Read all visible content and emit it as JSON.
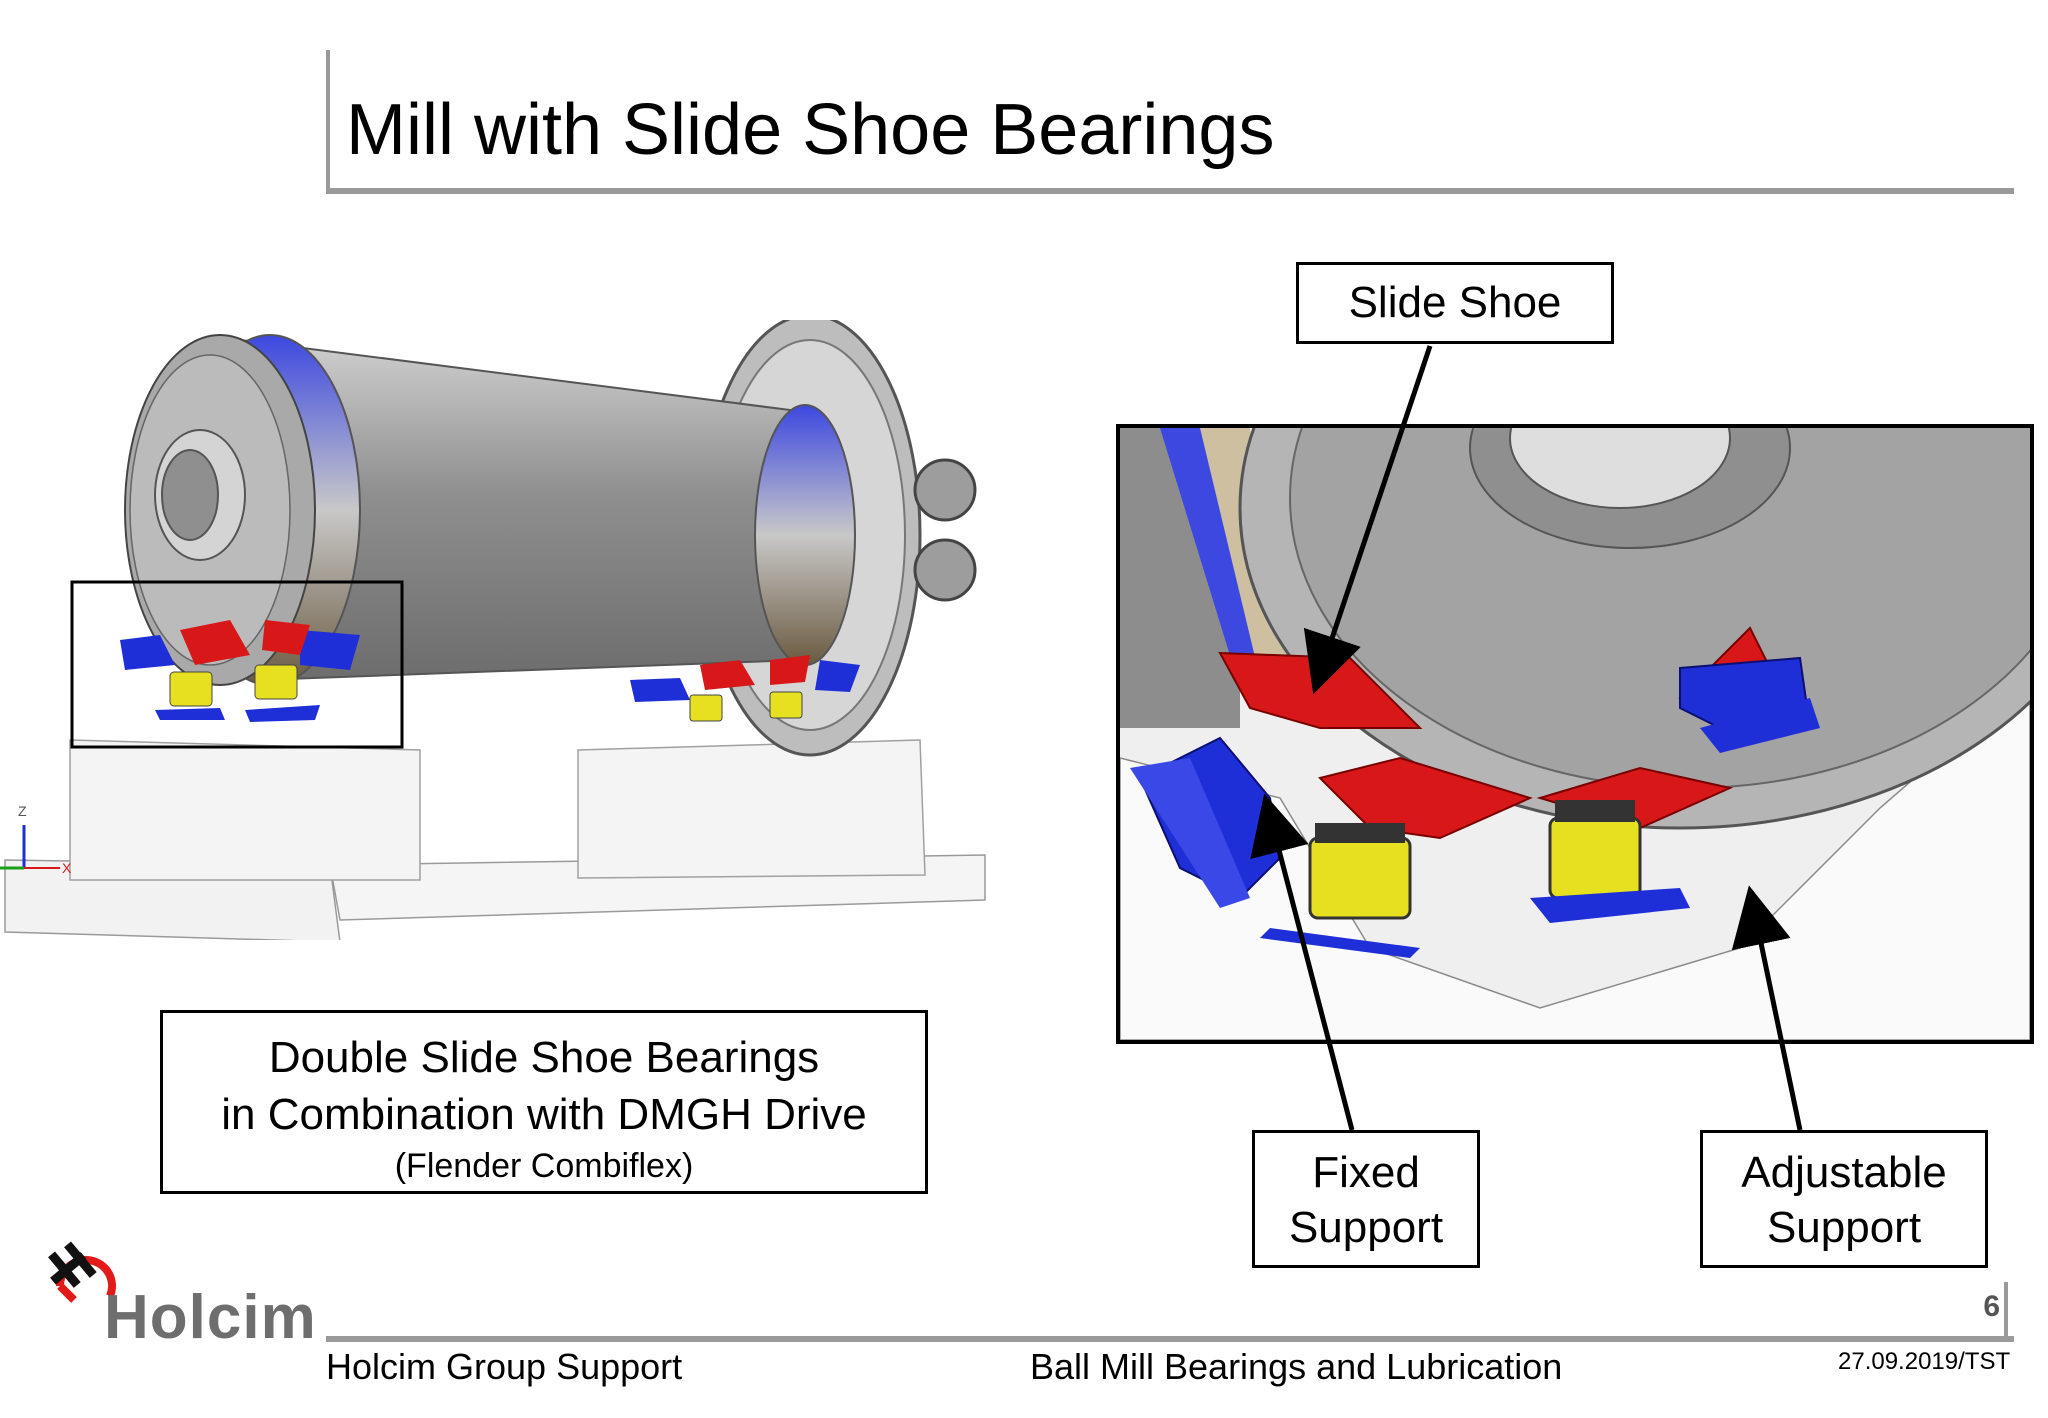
{
  "slide": {
    "title": "Mill with Slide Shoe Bearings",
    "page_number": "6"
  },
  "callouts": {
    "slide_shoe": "Slide Shoe",
    "fixed_support": [
      "Fixed",
      "Support"
    ],
    "adjustable_support": [
      "Adjustable",
      "Support"
    ]
  },
  "caption": {
    "line1": "Double Slide Shoe Bearings",
    "line2": "in Combination with DMGH Drive",
    "line3": "(Flender Combiflex)"
  },
  "axes": {
    "z": "Z",
    "x": "X"
  },
  "footer": {
    "left": "Holcim Group Support",
    "center": "Ball Mill Bearings and Lubrication",
    "right": "27.09.2019/TST"
  },
  "logo": {
    "text": "Holcim"
  },
  "colors": {
    "accent_blue": "#1f2fd8",
    "bearing_red": "#d81818",
    "support_yellow": "#e6e020",
    "shell_gray": "#9c9c9c",
    "rule_gray": "#9a9a9a"
  }
}
